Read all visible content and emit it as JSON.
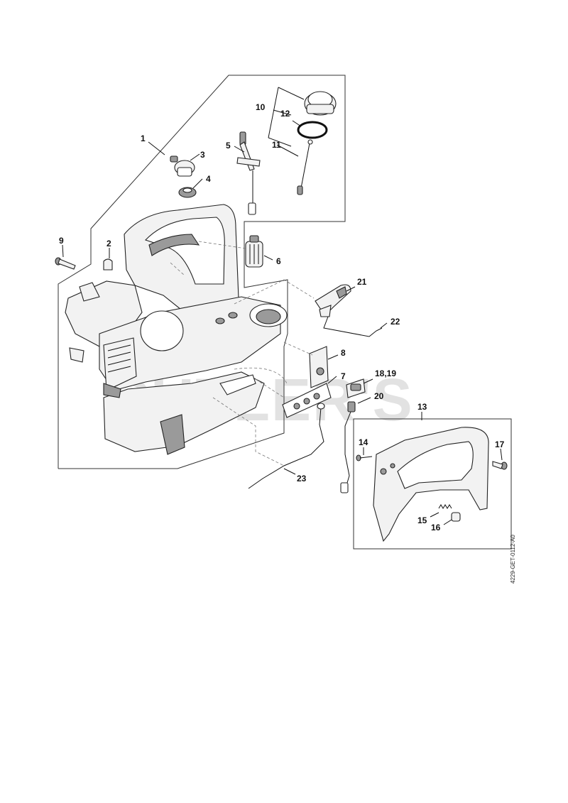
{
  "watermark": "CUTLER'S",
  "drawing_code": "4229-GET-0112-A0",
  "callouts": {
    "c1": "1",
    "c2": "2",
    "c3": "3",
    "c4": "4",
    "c5": "5",
    "c6": "6",
    "c7": "7",
    "c8": "8",
    "c9": "9",
    "c10": "10",
    "c11": "11",
    "c12": "12",
    "c13": "13",
    "c14": "14",
    "c15": "15",
    "c16": "16",
    "c17": "17",
    "c1819": "18,19",
    "c20": "20",
    "c21": "21",
    "c22": "22",
    "c23": "23"
  }
}
